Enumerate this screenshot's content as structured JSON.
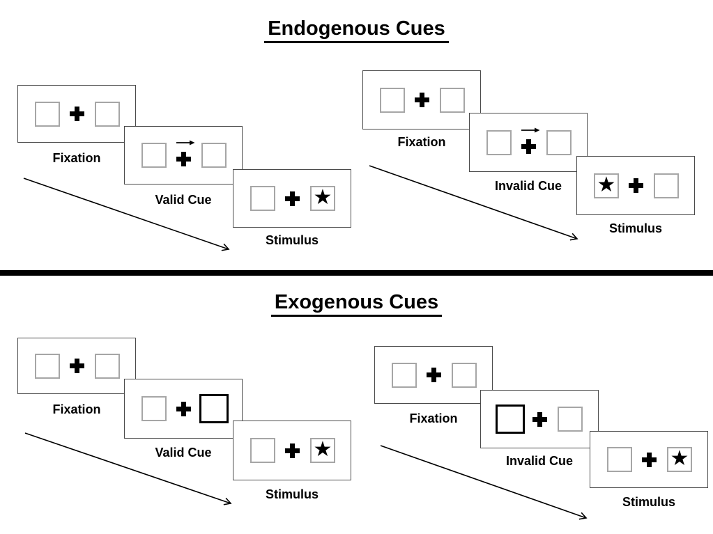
{
  "diagram": "Posner spatial cueing task schematic",
  "glyphs": {
    "star": "★",
    "fixation_cross": "+",
    "cue_arrow_direction": "right"
  },
  "colors": {
    "background": "#ffffff",
    "ink": "#000000",
    "panel_border": "#4a4a4a",
    "box_border": "#a6a6a6",
    "divider": "#000000"
  },
  "sections": [
    {
      "title": "Endogenous Cues",
      "trials": [
        {
          "name": "valid",
          "frames": [
            {
              "label": "Fixation",
              "left_box": "empty",
              "right_box": "empty"
            },
            {
              "label": "Valid Cue",
              "cue": "central-arrow-pointing-right",
              "left_box": "empty",
              "right_box": "empty"
            },
            {
              "label": "Stimulus",
              "left_box": "empty",
              "right_box": "star"
            }
          ]
        },
        {
          "name": "invalid",
          "frames": [
            {
              "label": "Fixation",
              "left_box": "empty",
              "right_box": "empty"
            },
            {
              "label": "Invalid Cue",
              "cue": "central-arrow-pointing-right",
              "left_box": "empty",
              "right_box": "empty"
            },
            {
              "label": "Stimulus",
              "left_box": "star",
              "right_box": "empty"
            }
          ]
        }
      ]
    },
    {
      "title": "Exogenous Cues",
      "trials": [
        {
          "name": "valid",
          "frames": [
            {
              "label": "Fixation",
              "left_box": "empty",
              "right_box": "empty"
            },
            {
              "label": "Valid Cue",
              "cue": "right-box-highlighted-bold",
              "left_box": "empty",
              "right_box": "empty-bold"
            },
            {
              "label": "Stimulus",
              "left_box": "empty",
              "right_box": "star"
            }
          ]
        },
        {
          "name": "invalid",
          "frames": [
            {
              "label": "Fixation",
              "left_box": "empty",
              "right_box": "empty"
            },
            {
              "label": "Invalid Cue",
              "cue": "left-box-highlighted-bold",
              "left_box": "empty-bold",
              "right_box": "empty"
            },
            {
              "label": "Stimulus",
              "left_box": "empty",
              "right_box": "star"
            }
          ]
        }
      ]
    }
  ]
}
